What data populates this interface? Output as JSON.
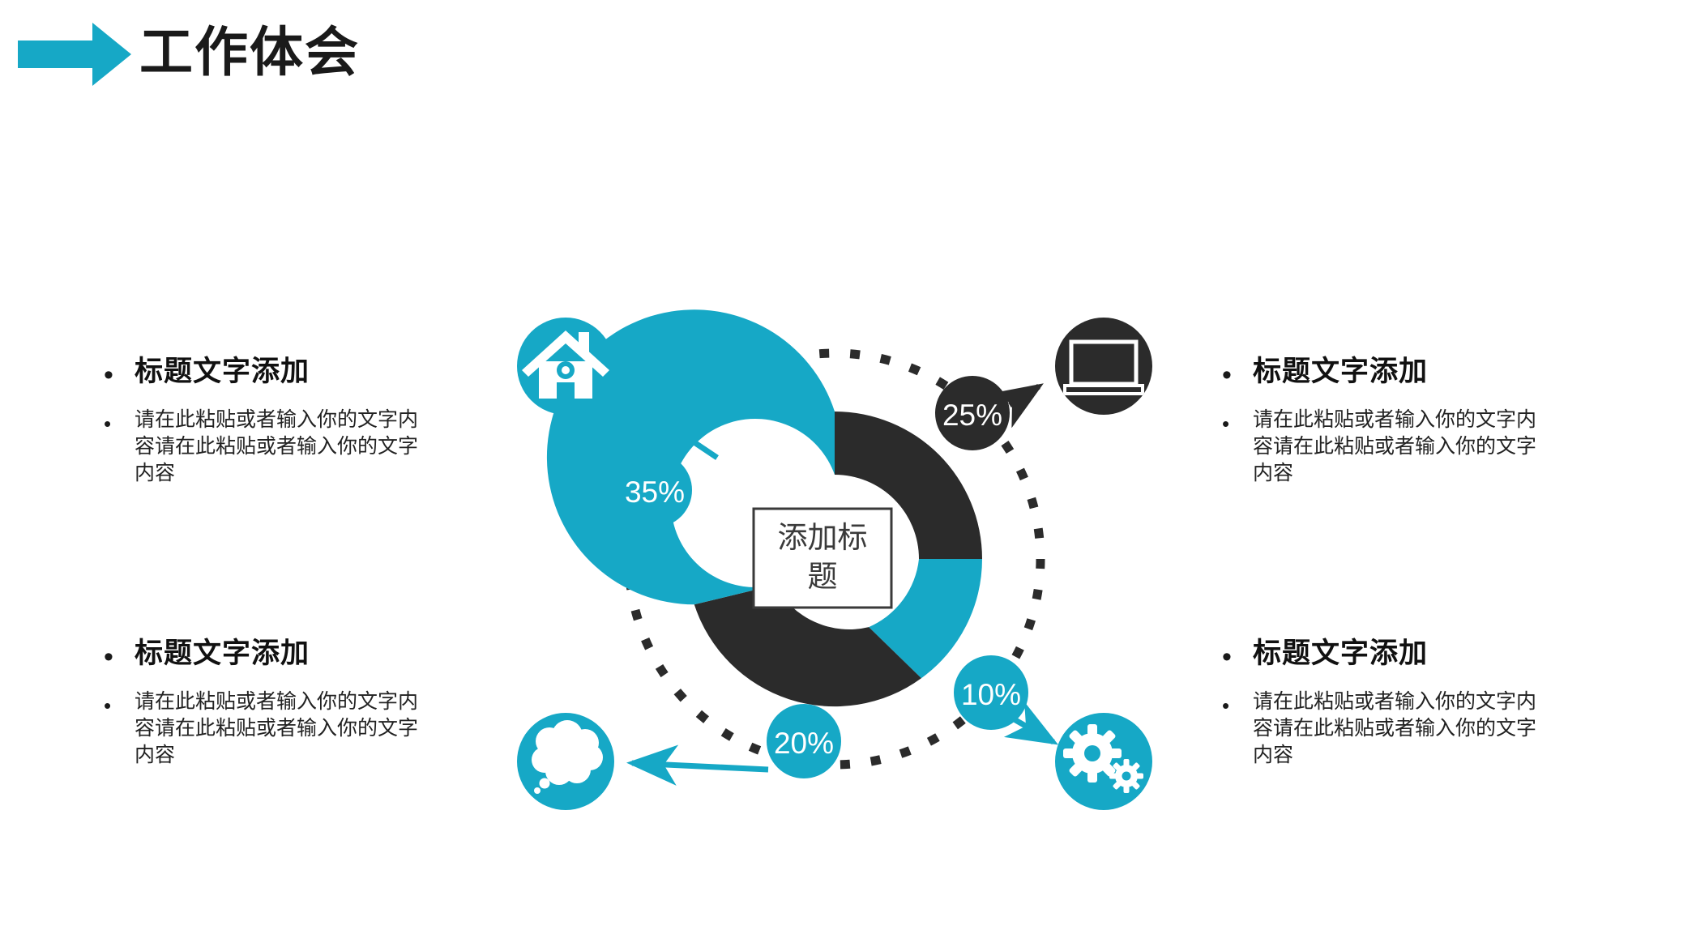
{
  "header": {
    "title": "工作体会",
    "arrow_icon": "right-arrow-icon",
    "arrow_color": "#16A8C6"
  },
  "theme": {
    "cyan": "#16A8C6",
    "dark": "#2B2B2B",
    "text": "#1a1a1a",
    "white": "#ffffff"
  },
  "center": {
    "line1": "添加标",
    "line2": "题",
    "full": "添加标题"
  },
  "blocks": [
    {
      "position": "top-left",
      "heading": "标题文字添加",
      "body": "请在此粘贴或者输入你的文字内容请在此粘贴或者输入你的文字内容",
      "bullet": "•"
    },
    {
      "position": "top-right",
      "heading": "标题文字添加",
      "body": "请在此粘贴或者输入你的文字内容请在此粘贴或者输入你的文字内容",
      "bullet": "•"
    },
    {
      "position": "bottom-left",
      "heading": "标题文字添加",
      "body": "请在此粘贴或者输入你的文字内容请在此粘贴或者输入你的文字内容",
      "bullet": "•"
    },
    {
      "position": "bottom-right",
      "heading": "标题文字添加",
      "body": "请在此粘贴或者输入你的文字内容请在此粘贴或者输入你的文字内容",
      "bullet": "•"
    }
  ],
  "badges": [
    {
      "label": "35%",
      "value": 35,
      "color": "#16A8C6",
      "text_color": "#ffffff",
      "icon": "home-icon",
      "icon_bg": "#16A8C6",
      "icon_fg": "#ffffff",
      "connector_color": "#16A8C6"
    },
    {
      "label": "25%",
      "value": 25,
      "color": "#2B2B2B",
      "text_color": "#ffffff",
      "icon": "laptop-icon",
      "icon_bg": "#2B2B2B",
      "icon_fg": "#ffffff",
      "connector_color": "#2B2B2B"
    },
    {
      "label": "10%",
      "value": 10,
      "color": "#16A8C6",
      "text_color": "#ffffff",
      "icon": "gears-icon",
      "icon_bg": "#16A8C6",
      "icon_fg": "#ffffff",
      "connector_color": "#16A8C6"
    },
    {
      "label": "20%",
      "value": 20,
      "color": "#16A8C6",
      "text_color": "#ffffff",
      "icon": "thought-bubble-icon",
      "icon_bg": "#16A8C6",
      "icon_fg": "#ffffff",
      "connector_color": "#16A8C6"
    }
  ],
  "chart_data": {
    "type": "pie",
    "variant": "donut",
    "title": "添加标题",
    "center_text": "添加标题",
    "start_angle_deg": 0,
    "direction": "clockwise",
    "labels": [
      "25%",
      "10%",
      "20%",
      "35%"
    ],
    "values": [
      25,
      10,
      20,
      35
    ],
    "colors": [
      "#2B2B2B",
      "#16A8C6",
      "#2B2B2B",
      "#16A8C6"
    ],
    "slices": [
      {
        "label": "25%",
        "value": 25,
        "color": "#2B2B2B",
        "icon": "laptop-icon",
        "start_deg": 0,
        "end_deg": 90
      },
      {
        "label": "10%",
        "value": 10,
        "color": "#16A8C6",
        "icon": "gears-icon",
        "start_deg": 90,
        "end_deg": 126
      },
      {
        "label": "20%",
        "value": 20,
        "color": "#2B2B2B",
        "icon": "thought-bubble-icon",
        "start_deg": 126,
        "end_deg": 198
      },
      {
        "label": "35%",
        "value": 35,
        "color": "#16A8C6",
        "icon": "home-icon",
        "start_deg": 198,
        "end_deg": 360
      }
    ],
    "total": 100,
    "legend": "none",
    "grid": false,
    "outer_guide": "dotted-circle"
  }
}
